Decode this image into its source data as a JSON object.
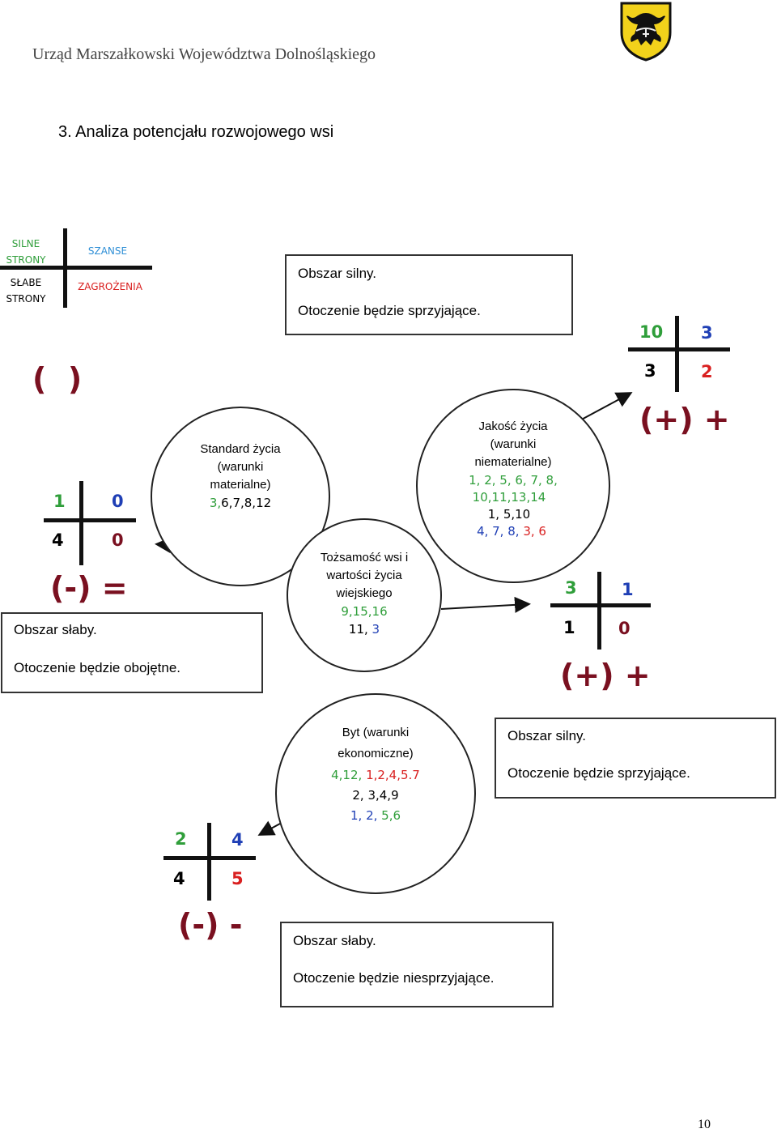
{
  "header": "Urząd Marszałkowski Województwa Dolnośląskiego",
  "title": "3.  Analiza potencjału rozwojowego wsi",
  "legend": {
    "strengths": "SILNE STRONY",
    "weaknesses": "SŁABE STRONY",
    "opportunities": "SZANSE",
    "threats": "ZAGROŻENIA"
  },
  "empty_marker": "(  )",
  "boxes": {
    "top": {
      "line1": "Obszar silny.",
      "line2": "Otoczenie będzie sprzyjające."
    },
    "left": {
      "line1": "Obszar słaby.",
      "line2": "Otoczenie będzie obojętne."
    },
    "right": {
      "line1": "Obszar silny.",
      "line2": "Otoczenie będzie sprzyjające."
    },
    "bottom": {
      "line1": "Obszar słaby.",
      "line2": "Otoczenie będzie niesprzyjające."
    }
  },
  "circles": {
    "standard": {
      "l1": "Standard życia",
      "l2": "(warunki",
      "l3": "materialne)",
      "l4a": "3,",
      "l4b": "6,7,8,12"
    },
    "tozsamosc": {
      "l1": "Tożsamość wsi i",
      "l2": "wartości życia",
      "l3": "wiejskiego",
      "l4": "9,15,16",
      "l5a": "11, ",
      "l5b": "3"
    },
    "jakosc": {
      "l1": "Jakość życia",
      "l2": "(warunki",
      "l3": "niematerialne)",
      "l4": "1, 2, 5, 6, 7, 8,",
      "l5": "10,11,13,14",
      "l6": "1, 5,10",
      "l7a": "4, 7, 8, ",
      "l7b": "3, 6"
    },
    "byt": {
      "l1": "Byt (warunki",
      "l2": "ekonomiczne)",
      "l3a": "4,12, ",
      "l3b": "1,2,4,5.7",
      "l4": "2, 3,4,9",
      "l5a": "1, 2, ",
      "l5b": "5,6"
    }
  },
  "crosses": {
    "left": {
      "tl": "1",
      "tr": "0",
      "bl": "4",
      "br": "0",
      "result": "(-) ="
    },
    "topright": {
      "tl": "10",
      "tr": "3",
      "bl": "3",
      "br": "2",
      "result": "(+) +"
    },
    "midright": {
      "tl": "3",
      "tr": "1",
      "bl": "1",
      "br": "0",
      "result": "(+) +"
    },
    "bottom": {
      "tl": "2",
      "tr": "4",
      "bl": "4",
      "br": "5",
      "result": "(-) -"
    }
  },
  "page_number": "10",
  "colors": {
    "green": "#2f9e3a",
    "blue": "#1f3fb5",
    "red": "#d92020",
    "dark_red": "#7a1020"
  },
  "icons": [
    "coat-of-arms-icon"
  ]
}
